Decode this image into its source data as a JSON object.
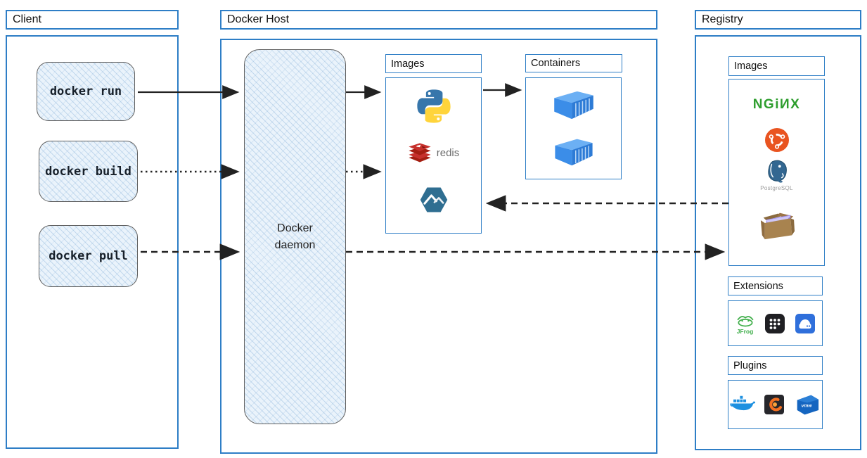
{
  "client": {
    "title": "Client",
    "commands": [
      "docker run",
      "docker build",
      "docker pull"
    ]
  },
  "docker_host": {
    "title": "Docker Host",
    "daemon_label": "Docker daemon",
    "images_panel": {
      "title": "Images",
      "icons": [
        "python-icon",
        "redis-icon",
        "alpine-icon"
      ],
      "redis_label": "redis"
    },
    "containers_panel": {
      "title": "Containers",
      "icons": [
        "container-icon",
        "container-icon"
      ]
    }
  },
  "registry": {
    "title": "Registry",
    "images_panel": {
      "title": "Images",
      "icons": [
        "nginx-logo",
        "ubuntu-icon",
        "postgresql-icon",
        "package-icon"
      ],
      "nginx_label": "NGiИX",
      "postgresql_label": "PostgreSQL"
    },
    "extensions_panel": {
      "title": "Extensions",
      "icons": [
        "jfrog-icon",
        "app-grid-icon",
        "storage-app-icon"
      ],
      "jfrog_label": "JFrog"
    },
    "plugins_panel": {
      "title": "Plugins",
      "icons": [
        "docker-whale-icon",
        "grafana-icon",
        "vmware-icon"
      ],
      "vmware_label": "vmw"
    }
  },
  "arrows": [
    {
      "from": "docker-run",
      "to": "docker-daemon",
      "style": "solid"
    },
    {
      "from": "docker-build",
      "to": "docker-daemon",
      "style": "dotted"
    },
    {
      "from": "docker-pull",
      "to": "docker-daemon",
      "style": "dashed"
    },
    {
      "from": "docker-daemon",
      "to": "host-images",
      "style": "solid"
    },
    {
      "from": "docker-daemon",
      "to": "host-images",
      "style": "dotted"
    },
    {
      "from": "host-images",
      "to": "containers",
      "style": "solid"
    },
    {
      "from": "registry-images",
      "to": "host-images",
      "style": "dashed"
    },
    {
      "from": "docker-daemon",
      "to": "registry-images",
      "style": "dashed"
    }
  ],
  "colors": {
    "panel_border": "#2e7ec6",
    "arrow": "#222222",
    "sketch_fill": "#eaf3fb",
    "nginx_green": "#2e9e2e",
    "ubuntu_orange": "#e95420",
    "redis_red": "#c6302b",
    "container_blue": "#3b8de8"
  }
}
